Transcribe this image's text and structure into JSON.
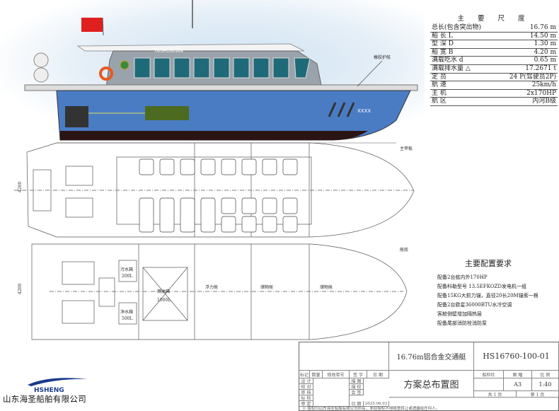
{
  "side_view": {
    "ship_name": "TAISHUNXIAN",
    "hull_number": "XXXX",
    "fender_label": "橡胶护舷"
  },
  "specs": {
    "title": "主 要 尺 度",
    "rows": [
      {
        "label": "总长(包含突出物)",
        "value": "16.76 m"
      },
      {
        "label": "船   长 L",
        "value": "14.50 m"
      },
      {
        "label": "型   深 D",
        "value": "1.30 m"
      },
      {
        "label": "船   宽 B",
        "value": "4.20 m"
      },
      {
        "label": "满载吃水 d",
        "value": "0.65 m"
      },
      {
        "label": "满载排水量 △",
        "value": "17.2671 t"
      },
      {
        "label": "定   员",
        "value": "24 P(驾驶员2P)"
      },
      {
        "label": "航   速",
        "value": "25km/h"
      },
      {
        "label": "主   机",
        "value": "2x170HP"
      },
      {
        "label": "航   区",
        "value": "内河B级"
      }
    ]
  },
  "plans": {
    "main_deck_label": "主甲板",
    "bottom_label": "舱底",
    "beam_dim": "4200",
    "tanks": {
      "fuel": "燃油箱",
      "fuel_cap": "1000L",
      "sewage": "污水箱",
      "sewage_cap": "200L",
      "fresh": "净水箱",
      "fresh_cap": "500L",
      "buoyancy": "浮力舱",
      "storage1": "储物舱",
      "storage2": "储物舱"
    }
  },
  "config": {
    "title": "主要配置要求",
    "items": [
      "配备2台舷内外170HP",
      "配备科勒型号 13.5EFKOZD发电机一组",
      "配备15KG大抓力锚，直径20长20M锚索一根",
      "配备2台欧星36000BTU水冷空调",
      "客舱侧壁增加隔热层",
      "配备尾部消防栓消防泵"
    ]
  },
  "title_block": {
    "project": "16.76m铝合金交通艇",
    "drawing_no": "HS16760-100-01",
    "drawing_name": "方案总布置图",
    "headers": [
      "标记",
      "数量",
      "修改单号",
      "签 字",
      "日 期"
    ],
    "roles_left": [
      "设 计",
      "校 对",
      "审 核",
      "标 检",
      "审 定"
    ],
    "roles_mid": [
      "描 图",
      "描 校",
      "会 签",
      "日 期"
    ],
    "date": "2025.06.03",
    "meta_headers": [
      "船检社",
      "图 幅",
      "比 例"
    ],
    "sheet_size": "A3",
    "scale": "1:40",
    "total_pages": "共 1 页",
    "page": "第 1 页",
    "note": "※ 版权归山东海圣船舶有限公司所有，未经授权不得随意转让或透露给任何人。"
  },
  "logo": {
    "brand": "HSHENG",
    "company": "山东海圣船舶有限公司"
  },
  "colors": {
    "hull": "#4a7cc4",
    "hull_bottom": "#2a1414",
    "flag": "#e02020",
    "window": "#1e6a78"
  }
}
